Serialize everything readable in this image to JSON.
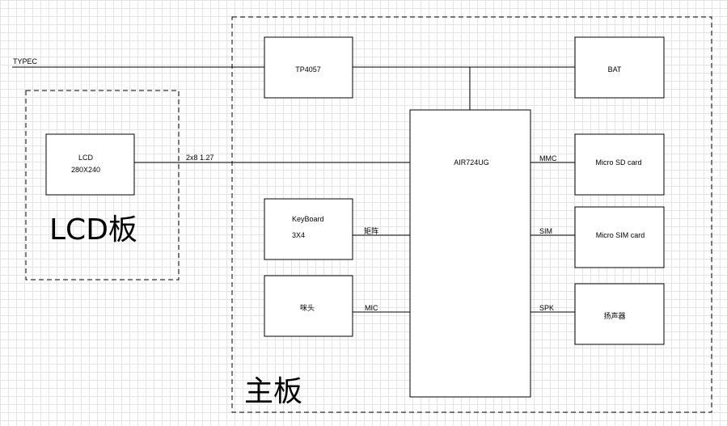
{
  "diagram": {
    "regions": {
      "lcd_board": "LCD板",
      "main_board": "主板"
    },
    "blocks": {
      "tp4057": "TP4057",
      "bat": "BAT",
      "lcd_line1": "LCD",
      "lcd_line2": "280X240",
      "mcu": "AIR724UG",
      "micro_sd": "Micro SD card",
      "micro_sim": "Micro SIM card",
      "keyboard_line1": "KeyBoard",
      "keyboard_line2": "3X4",
      "mic": "咪头",
      "speaker": "扬声器"
    },
    "connections": {
      "typec": "TYPEC",
      "lcd_bus": "2x8 1.27",
      "mmc": "MMC",
      "sim": "SIM",
      "spk": "SPK",
      "keyboard_bus": "矩阵",
      "mic_bus": "MIC"
    }
  }
}
